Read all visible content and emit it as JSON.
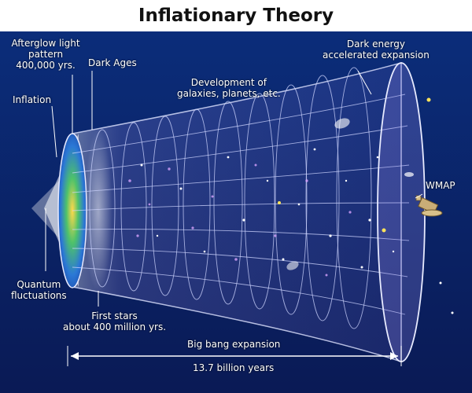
{
  "title": "Inflationary Theory",
  "labels": {
    "afterglow": [
      "Afterglow light",
      "pattern",
      "400,000 yrs."
    ],
    "dark_ages": "Dark Ages",
    "inflation": "Inflation",
    "development": [
      "Development of",
      "galaxies, planets, etc."
    ],
    "dark_energy": [
      "Dark energy",
      "accelerated expansion"
    ],
    "wmap": "WMAP",
    "quantum": [
      "Quantum",
      "fluctuations"
    ],
    "first_stars": [
      "First stars",
      "about 400 million yrs."
    ],
    "big_bang": "Big bang expansion",
    "duration": "13.7 billion years"
  },
  "colors": {
    "title_bar_border": "#0b1f4a",
    "background_top": "#0b2d7a",
    "background_bottom": "#0a1a55",
    "grid_lines": "#cfd6ff",
    "label_text": "#ffffff"
  }
}
